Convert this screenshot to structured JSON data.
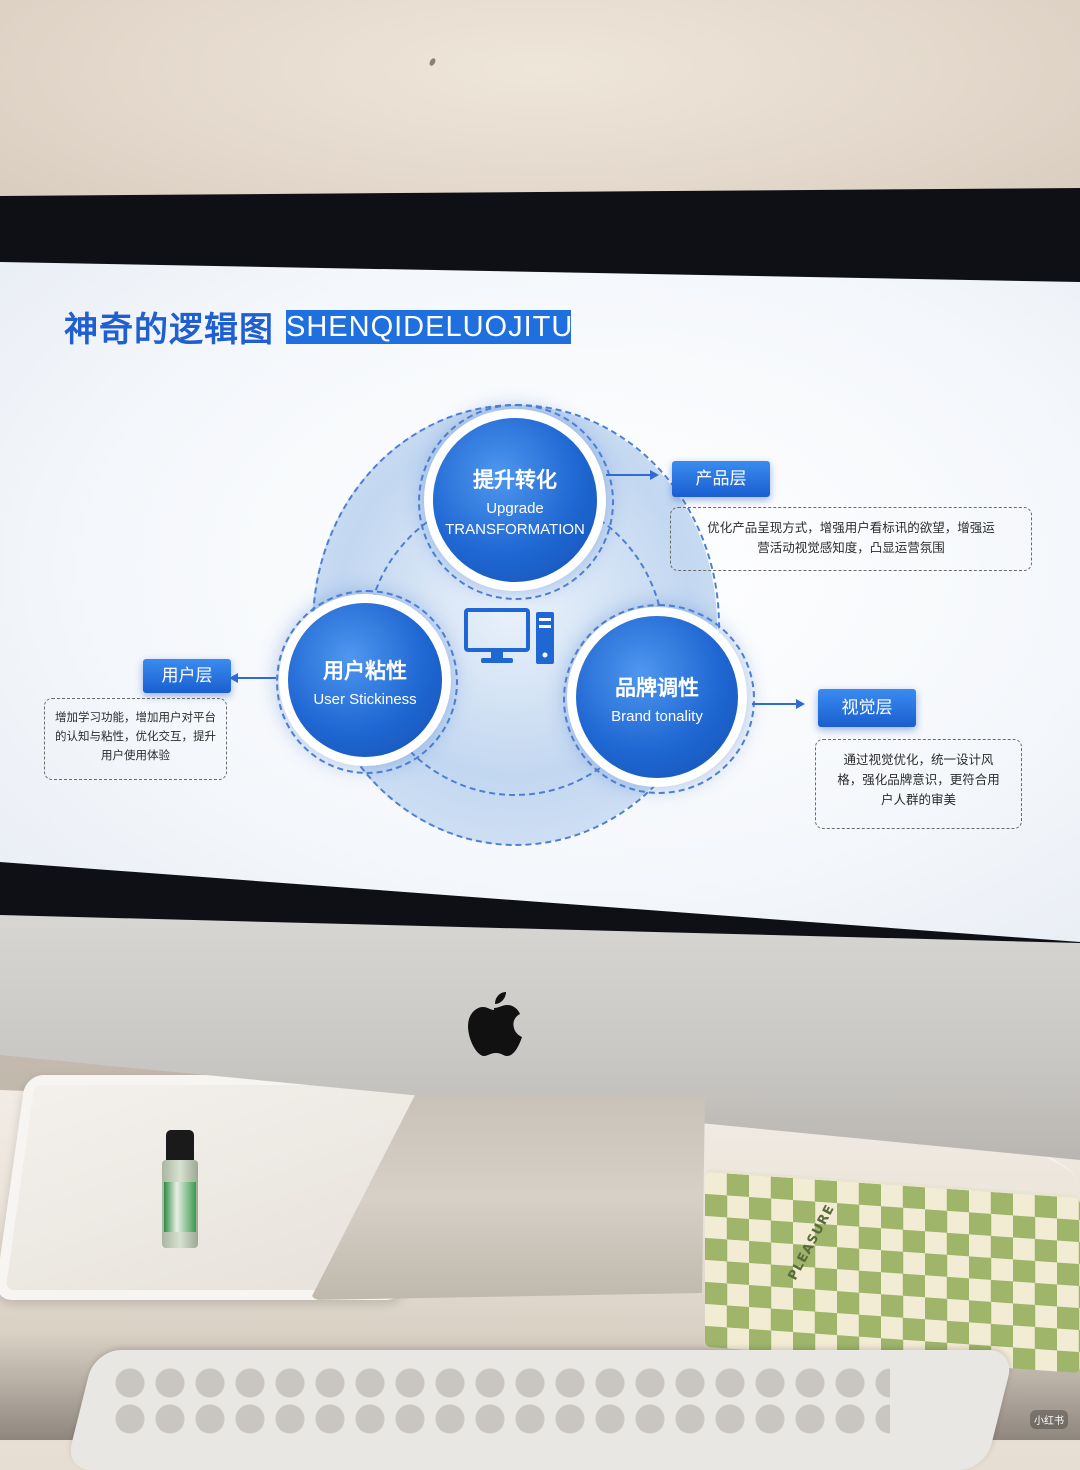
{
  "slide": {
    "title": "神奇的逻辑图",
    "badge": "SHENQIDELUOJITU"
  },
  "nodes": {
    "top": {
      "cn": "提升转化",
      "en1": "Upgrade",
      "en2": "TRANSFORMATION"
    },
    "left": {
      "cn": "用户粘性",
      "en": "User Stickiness"
    },
    "right": {
      "cn": "品牌调性",
      "en": "Brand tonality"
    }
  },
  "labels": {
    "product": {
      "tag": "产品层",
      "line1": "优化产品呈现方式，增强用户看标讯的欲望，增强运",
      "line2": "营活动视觉感知度，凸显运营氛围"
    },
    "user": {
      "tag": "用户层",
      "line1": "增加学习功能，增加用户对平台",
      "line2": "的认知与粘性，优化交互，提升",
      "line3": "用户使用体验"
    },
    "visual": {
      "tag": "视觉层",
      "line1": "通过视觉优化，统一设计风",
      "line2": "格，强化品牌意识，更符合用",
      "line3": "户人群的审美"
    }
  },
  "scene": {
    "notebook_text": "PLEASURE",
    "watermark": "小红书"
  },
  "colors": {
    "accent": "#1f6fde",
    "node": "#1f67d2",
    "bezel": "#0e1016"
  },
  "icons": {
    "computer": "desktop-computer-icon",
    "apple": "apple-logo-icon"
  }
}
